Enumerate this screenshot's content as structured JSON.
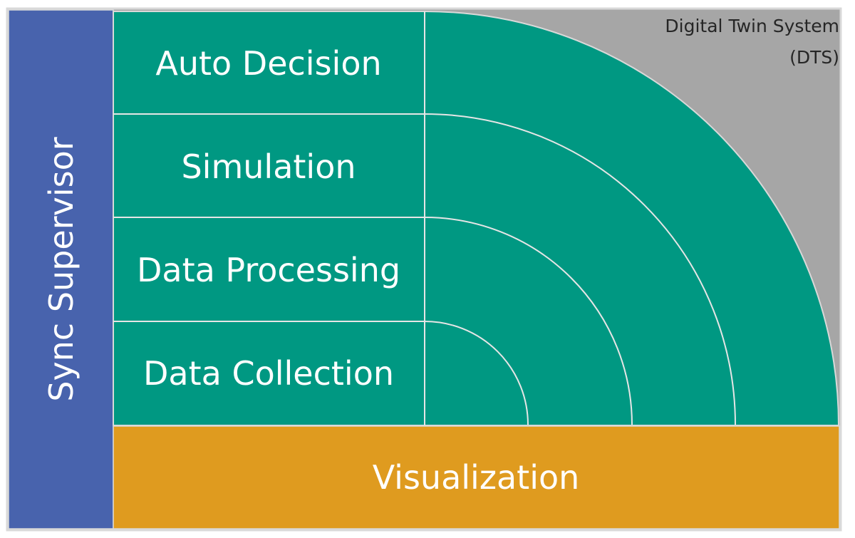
{
  "system": {
    "title_line1": "Digital Twin System",
    "title_line2": "(DTS)"
  },
  "supervisor": {
    "label": "Sync Supervisor"
  },
  "layers": [
    {
      "label": "Auto Decision"
    },
    {
      "label": "Simulation"
    },
    {
      "label": "Data Processing"
    },
    {
      "label": "Data Collection"
    }
  ],
  "visualization": {
    "label": "Visualization"
  },
  "colors": {
    "background": "#a6a6a6",
    "supervisor": "#4863ad",
    "layers": "#009882",
    "visualization": "#df9b1f",
    "dividers": "#e6e6e6"
  }
}
